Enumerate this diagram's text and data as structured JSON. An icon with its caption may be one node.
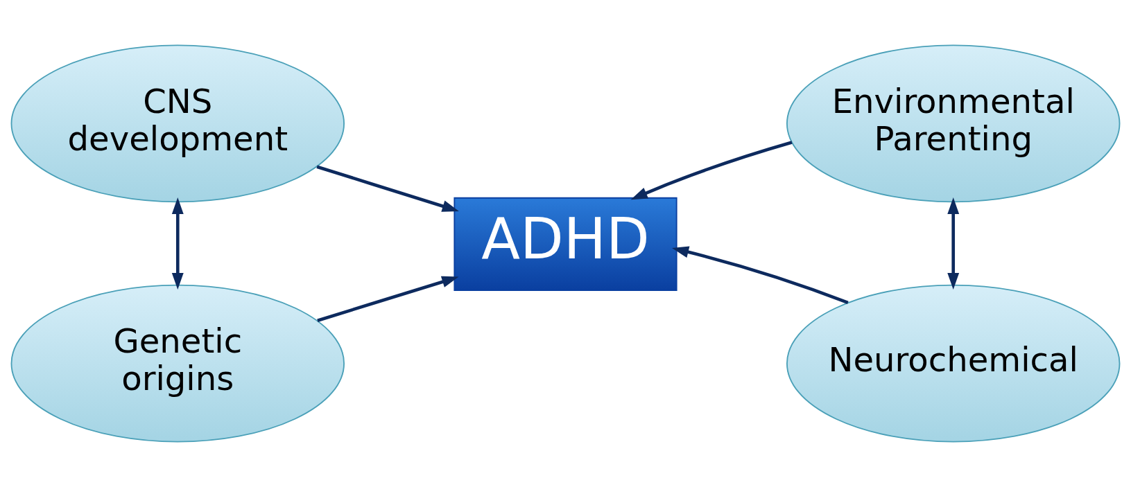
{
  "diagram": {
    "nodes": [
      {
        "text": [
          "CNS development"
        ]
      },
      {
        "text": [
          "Environmental Parenting"
        ]
      },
      {
        "text": [
          "ADHD"
        ]
      },
      {
        "text": [
          "Genetic origins"
        ]
      },
      {
        "text": [
          "Neurochemical"
        ]
      }
    ],
    "edges": [
      {
        "from": 0,
        "to": 2,
        "arrow": "to"
      },
      {
        "from": 1,
        "to": 2,
        "arrow": "to"
      },
      {
        "from": 0,
        "to": 3,
        "arrow": "both"
      },
      {
        "from": 1,
        "to": 4,
        "arrow": "both"
      },
      {
        "from": 3,
        "to": 2,
        "arrow": "to"
      },
      {
        "from": 4,
        "to": 2,
        "arrow": "to"
      }
    ]
  }
}
